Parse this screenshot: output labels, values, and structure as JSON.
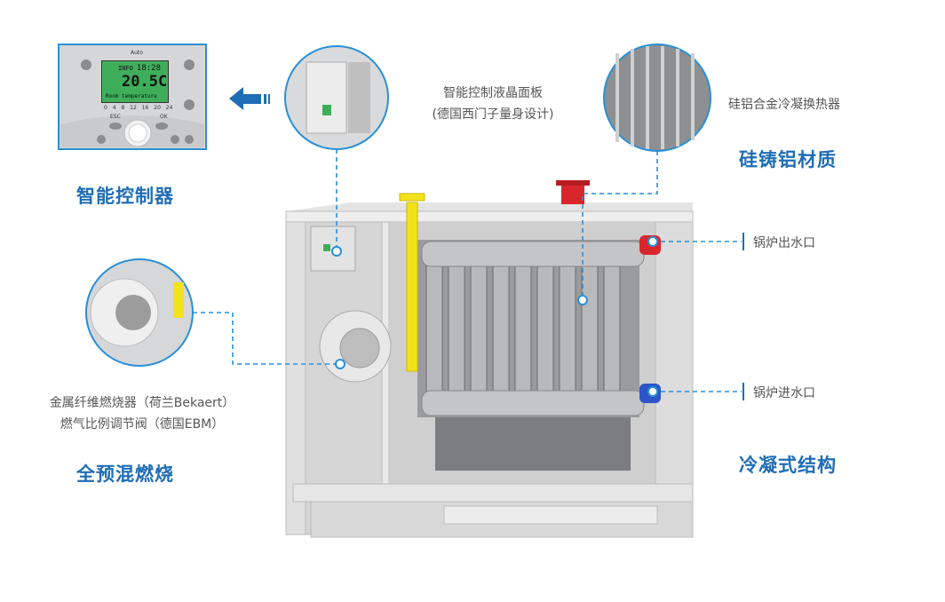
{
  "colors": {
    "accent": "#1f6db5",
    "line": "#2a8fd6",
    "text": "#555555",
    "lcd": "#3fae5a",
    "outlet": "#d8262c",
    "inlet": "#2d55c8",
    "gas": "#f2e21a"
  },
  "controller": {
    "title": "智能控制器",
    "lcd_mode": "INFO",
    "lcd_clock": "18:28",
    "lcd_temperature": "20.5C",
    "lcd_label": "Room temperature",
    "scale": "0 4 8 12 16 20 24",
    "esc_label": "ESC",
    "ok_label": "OK",
    "mode_label": "Auto"
  },
  "callouts": {
    "panel": {
      "line1": "智能控制液晶面板",
      "line2": "(德国西门子量身设计)"
    },
    "exchanger": {
      "caption": "硅铝合金冷凝换热器",
      "title": "硅铸铝材质"
    },
    "outlet": {
      "label": "锅炉出水口"
    },
    "inlet": {
      "label": "锅炉进水口"
    },
    "condensing": {
      "title": "冷凝式结构"
    },
    "burner": {
      "line1": "金属纤维燃烧器（荷兰Bekaert）",
      "line2": "燃气比例调节阀（德国EBM）",
      "title": "全预混燃烧"
    }
  }
}
